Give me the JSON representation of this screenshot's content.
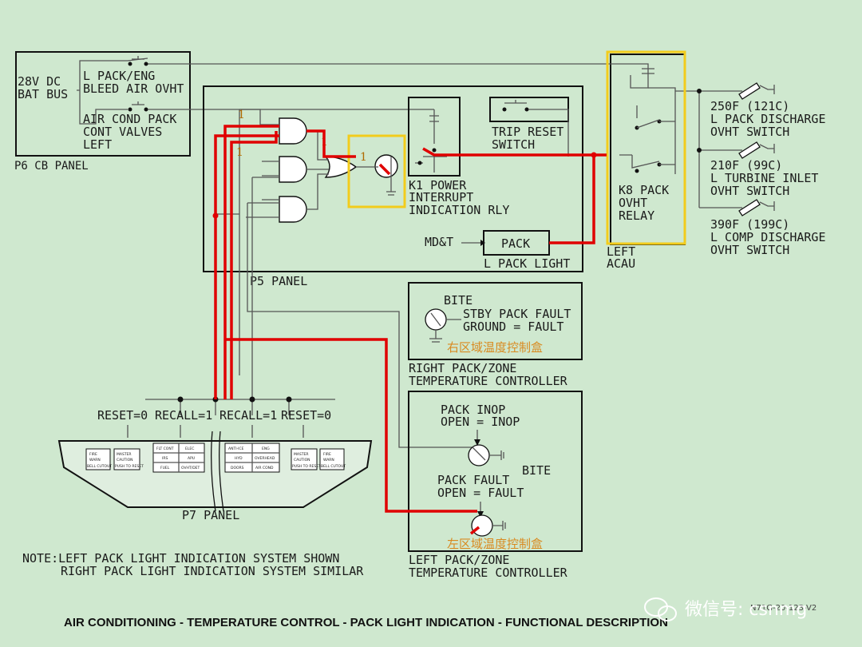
{
  "title": "AIR CONDITIONING - TEMPERATURE CONTROL - PACK LIGHT INDICATION - FUNCTIONAL DESCRIPTION",
  "p6": {
    "power": [
      "28V DC",
      "BAT BUS"
    ],
    "cb1": [
      "L PACK/ENG",
      "BLEED AIR OVHT"
    ],
    "cb2": [
      "AIR COND PACK",
      "CONT VALVES",
      "LEFT"
    ],
    "panel": "P6 CB PANEL"
  },
  "p5": {
    "panel": "P5 PANEL",
    "k1": [
      "K1 POWER",
      "INTERRUPT",
      "INDICATION RLY"
    ],
    "trip": [
      "TRIP RESET",
      "SWITCH"
    ],
    "mdt": "MD&T",
    "pack": "PACK",
    "light": "L PACK LIGHT",
    "markers": [
      "1",
      "1",
      "1",
      "1"
    ]
  },
  "acau": {
    "k8": [
      "K8 PACK",
      "OVHT",
      "RELAY"
    ],
    "left": [
      "LEFT",
      "ACAU"
    ]
  },
  "switches": [
    [
      "250F (121C)",
      "L PACK DISCHARGE",
      "OVHT SWITCH"
    ],
    [
      "210F (99C)",
      "L TURBINE INLET",
      "OVHT SWITCH"
    ],
    [
      "390F (199C)",
      "L COMP DISCHARGE",
      "OVHT SWITCH"
    ]
  ],
  "right_ctrl": {
    "bite": "BITE",
    "line1": "STBY PACK FAULT",
    "line2": "GROUND = FAULT",
    "cn": "右区域温度控制盒",
    "title": [
      "RIGHT PACK/ZONE",
      "TEMPERATURE CONTROLLER"
    ]
  },
  "left_ctrl": {
    "inop": [
      "PACK INOP",
      "OPEN = INOP"
    ],
    "bite": "BITE",
    "fault": [
      "PACK FAULT",
      "OPEN = FAULT"
    ],
    "cn": "左区域温度控制盒",
    "title": [
      "LEFT PACK/ZONE",
      "TEMPERATURE CONTROLLER"
    ]
  },
  "p7": {
    "labels": [
      "RESET=0",
      "RECALL=1",
      "RECALL=1",
      "RESET=0"
    ],
    "panel": "P7 PANEL",
    "annunciators": [
      "FLT CONT",
      "ELEC",
      "IRS",
      "APU",
      "FUEL",
      "OVHT/DET",
      "ANTI-ICE",
      "ENG",
      "HYD",
      "OVERHEAD",
      "DOORS",
      "AIR COND"
    ],
    "master": [
      "MASTER",
      "CAUTION",
      "PUSH TO RESET"
    ],
    "fire": [
      "FIRE",
      "WARN",
      "BELL CUTOUT"
    ]
  },
  "note": [
    "NOTE:LEFT PACK LIGHT INDICATION SYSTEM SHOWN",
    "RIGHT PACK LIGHT INDICATION SYSTEM SIMILAR"
  ],
  "watermark": "微信号: csnmg",
  "ref": "N71G-20-123-V2",
  "colors": {
    "background": "#cfe8cf",
    "signal": "#e00000",
    "highlight": "#f2cc1c",
    "ink": "#111111"
  }
}
